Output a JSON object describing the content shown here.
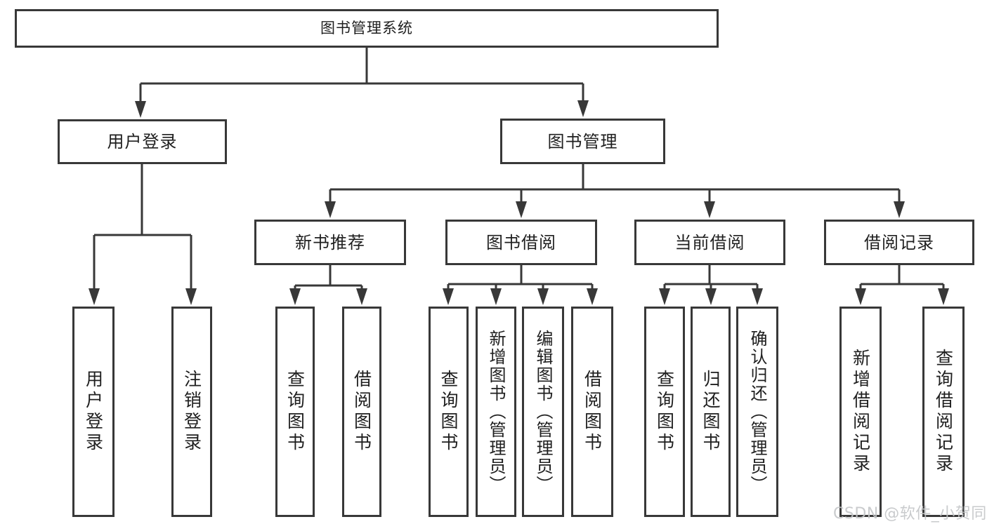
{
  "diagram": {
    "title": "图书管理系统",
    "level2": {
      "user_login": "用户登录",
      "book_management": "图书管理"
    },
    "level3": {
      "new_book_recommend": "新书推荐",
      "book_borrowing": "图书借阅",
      "current_borrowing": "当前借阅",
      "borrowing_records": "借阅记录"
    },
    "leaves": {
      "user_login": [
        "用户登录",
        "注销登录"
      ],
      "new_book_recommend": [
        "查询图书",
        "借阅图书"
      ],
      "book_borrowing": [
        "查询图书",
        "新增图书（管理员）",
        "编辑图书（管理员）",
        "借阅图书"
      ],
      "current_borrowing": [
        "查询图书",
        "归还图书",
        "确认归还（管理员）"
      ],
      "borrowing_records": [
        "新增借阅记录",
        "查询借阅记录"
      ]
    }
  },
  "watermark": {
    "text": "CSDN @软件_小贺同学",
    "color": "#c4c6c8"
  },
  "colors": {
    "line": "#383838",
    "text": "#1f1f1f",
    "background": "#ffffff"
  }
}
